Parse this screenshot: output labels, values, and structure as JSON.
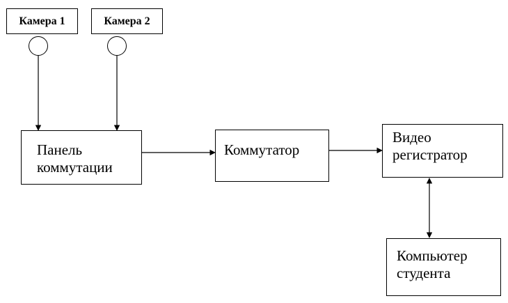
{
  "diagram": {
    "camera1": {
      "label": "Камера 1"
    },
    "camera2": {
      "label": "Камера 2"
    },
    "patch_panel": {
      "line1": "Панель",
      "line2": "коммутации"
    },
    "switch": {
      "label": "Коммутатор"
    },
    "video_recorder": {
      "line1": "Видео",
      "line2": "регистратор"
    },
    "student_pc": {
      "line1": "Компьютер",
      "line2": "студента"
    },
    "edges": [
      {
        "from": "camera1",
        "to": "patch_panel",
        "direction": "forward"
      },
      {
        "from": "camera2",
        "to": "patch_panel",
        "direction": "forward"
      },
      {
        "from": "patch_panel",
        "to": "switch",
        "direction": "forward"
      },
      {
        "from": "switch",
        "to": "video_recorder",
        "direction": "forward"
      },
      {
        "from": "video_recorder",
        "to": "student_pc",
        "direction": "both"
      }
    ]
  }
}
